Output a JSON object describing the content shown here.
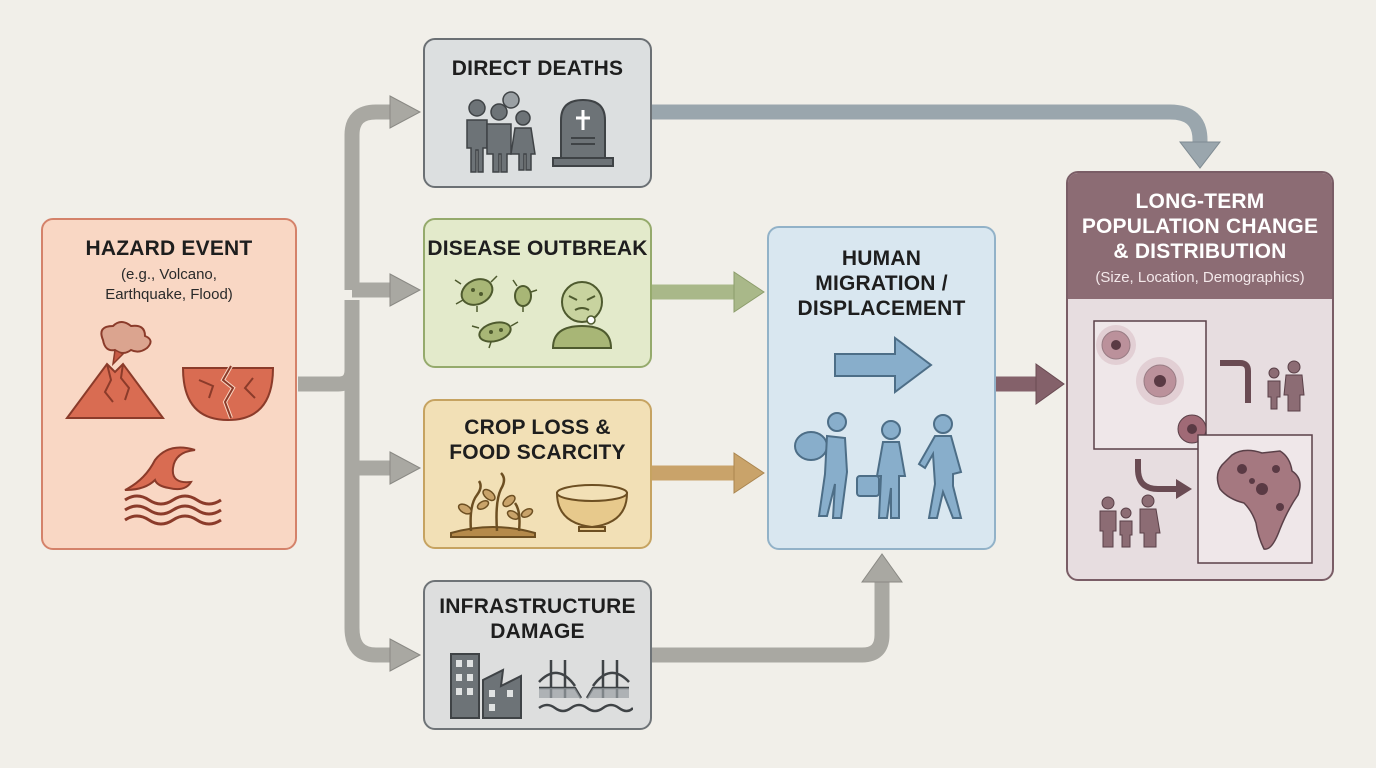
{
  "hazard": {
    "title": "HAZARD EVENT",
    "subtitle_line1": "(e.g., Volcano,",
    "subtitle_line2": "Earthquake, Flood)"
  },
  "direct_deaths": {
    "title": "DIRECT DEATHS"
  },
  "disease": {
    "title": "DISEASE OUTBREAK"
  },
  "crop": {
    "title_line1": "CROP LOSS &",
    "title_line2": "FOOD SCARCITY"
  },
  "infrastructure": {
    "title_line1": "INFRASTRUCTURE",
    "title_line2": "DAMAGE"
  },
  "migration": {
    "title_line1": "HUMAN",
    "title_line2": "MIGRATION /",
    "title_line3": "DISPLACEMENT"
  },
  "long_term": {
    "title_line1": "LONG-TERM",
    "title_line2": "POPULATION CHANGE",
    "title_line3": "& DISTRIBUTION",
    "subtitle": "(Size, Location, Demographics)"
  },
  "colors": {
    "background": "#f1efe9",
    "hazard": "#f9d7c4",
    "deaths": "#dcdfe0",
    "disease": "#e3eacb",
    "crop": "#f2e0b6",
    "migration": "#d9e7f0",
    "long_term": "#e7dde0",
    "long_term_header": "#8c6c74"
  },
  "icons": [
    "volcano-icon",
    "cracked-earth-icon",
    "wave-icon",
    "family-icon",
    "gravestone-icon",
    "bacteria-icon",
    "sick-person-icon",
    "wilted-plant-icon",
    "empty-bowl-icon",
    "collapsed-building-icon",
    "broken-bridge-icon",
    "right-arrow-icon",
    "walking-people-icon",
    "population-map-icon",
    "africa-map-icon"
  ]
}
